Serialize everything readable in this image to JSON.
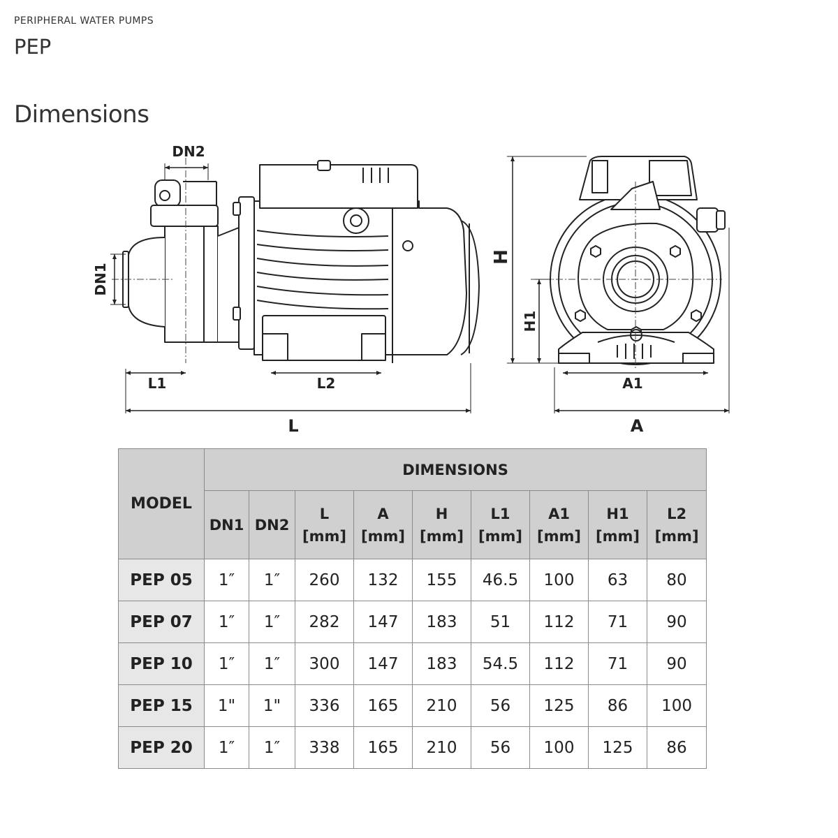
{
  "header": {
    "category": "PERIPHERAL WATER PUMPS",
    "product": "PEP",
    "section_title": "Dimensions"
  },
  "drawing": {
    "side_labels": {
      "dn2": "DN2",
      "dn1": "DN1",
      "l1": "L1",
      "l2": "L2",
      "l": "L"
    },
    "front_labels": {
      "h": "H",
      "h1": "H1",
      "a1": "A1",
      "a": "A"
    }
  },
  "table": {
    "model_header": "MODEL",
    "group_header": "DIMENSIONS",
    "columns": [
      {
        "name": "DN1",
        "unit": ""
      },
      {
        "name": "DN2",
        "unit": ""
      },
      {
        "name": "L",
        "unit": "[mm]"
      },
      {
        "name": "A",
        "unit": "[mm]"
      },
      {
        "name": "H",
        "unit": "[mm]"
      },
      {
        "name": "L1",
        "unit": "[mm]"
      },
      {
        "name": "A1",
        "unit": "[mm]"
      },
      {
        "name": "H1",
        "unit": "[mm]"
      },
      {
        "name": "L2",
        "unit": "[mm]"
      }
    ],
    "rows": [
      {
        "model": "PEP 05",
        "values": [
          "1″",
          "1″",
          "260",
          "132",
          "155",
          "46.5",
          "100",
          "63",
          "80"
        ]
      },
      {
        "model": "PEP 07",
        "values": [
          "1″",
          "1″",
          "282",
          "147",
          "183",
          "51",
          "112",
          "71",
          "90"
        ]
      },
      {
        "model": "PEP 10",
        "values": [
          "1″",
          "1″",
          "300",
          "147",
          "183",
          "54.5",
          "112",
          "71",
          "90"
        ]
      },
      {
        "model": "PEP 15",
        "values": [
          "1\"",
          "1\"",
          "336",
          "165",
          "210",
          "56",
          "125",
          "86",
          "100"
        ]
      },
      {
        "model": "PEP 20",
        "values": [
          "1″",
          "1″",
          "338",
          "165",
          "210",
          "56",
          "100",
          "125",
          "86"
        ]
      }
    ]
  }
}
